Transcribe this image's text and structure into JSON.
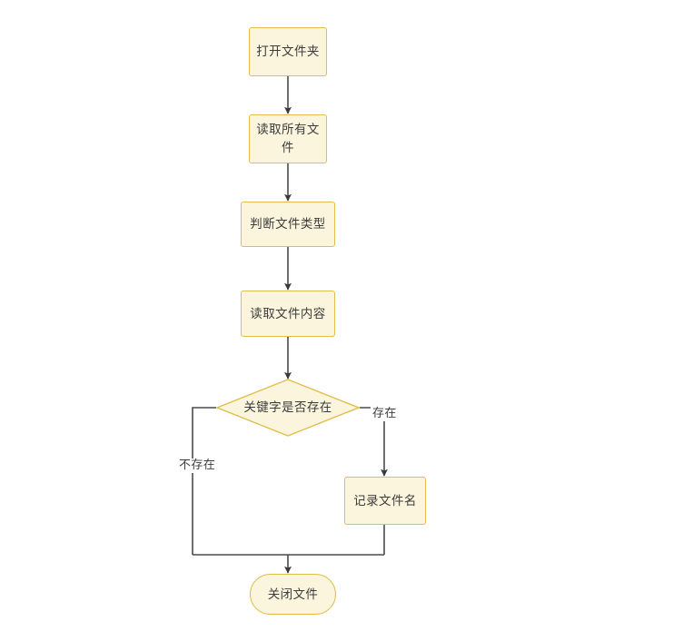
{
  "diagram": {
    "type": "flowchart",
    "orientation": "top-to-bottom",
    "background_color": "#ffffff",
    "node_fill_color": "#fbf5dd",
    "node_border_color": "#e0bf4c",
    "connector_color": "#4a4a4a",
    "text_color": "#3c3c3c",
    "nodes": [
      {
        "id": "n1",
        "shape": "rectangle",
        "label": "打开文件夹"
      },
      {
        "id": "n2",
        "shape": "rectangle",
        "label": "读取所有文件"
      },
      {
        "id": "n3",
        "shape": "rectangle",
        "label": "判断文件类型"
      },
      {
        "id": "n4",
        "shape": "rectangle",
        "label": "读取文件内容"
      },
      {
        "id": "n5",
        "shape": "diamond",
        "label": "关键字是否存在"
      },
      {
        "id": "n6",
        "shape": "rectangle",
        "label": "记录文件名"
      },
      {
        "id": "n7",
        "shape": "stadium",
        "label": "关闭文件"
      }
    ],
    "edges": [
      {
        "from": "n1",
        "to": "n2",
        "label": ""
      },
      {
        "from": "n2",
        "to": "n3",
        "label": ""
      },
      {
        "from": "n3",
        "to": "n4",
        "label": ""
      },
      {
        "from": "n4",
        "to": "n5",
        "label": ""
      },
      {
        "from": "n5",
        "to": "n6",
        "label": "存在"
      },
      {
        "from": "n5",
        "to": "n7",
        "label": "不存在"
      },
      {
        "from": "n6",
        "to": "n7",
        "label": ""
      }
    ],
    "edge_labels": {
      "yes": "存在",
      "no": "不存在"
    }
  }
}
